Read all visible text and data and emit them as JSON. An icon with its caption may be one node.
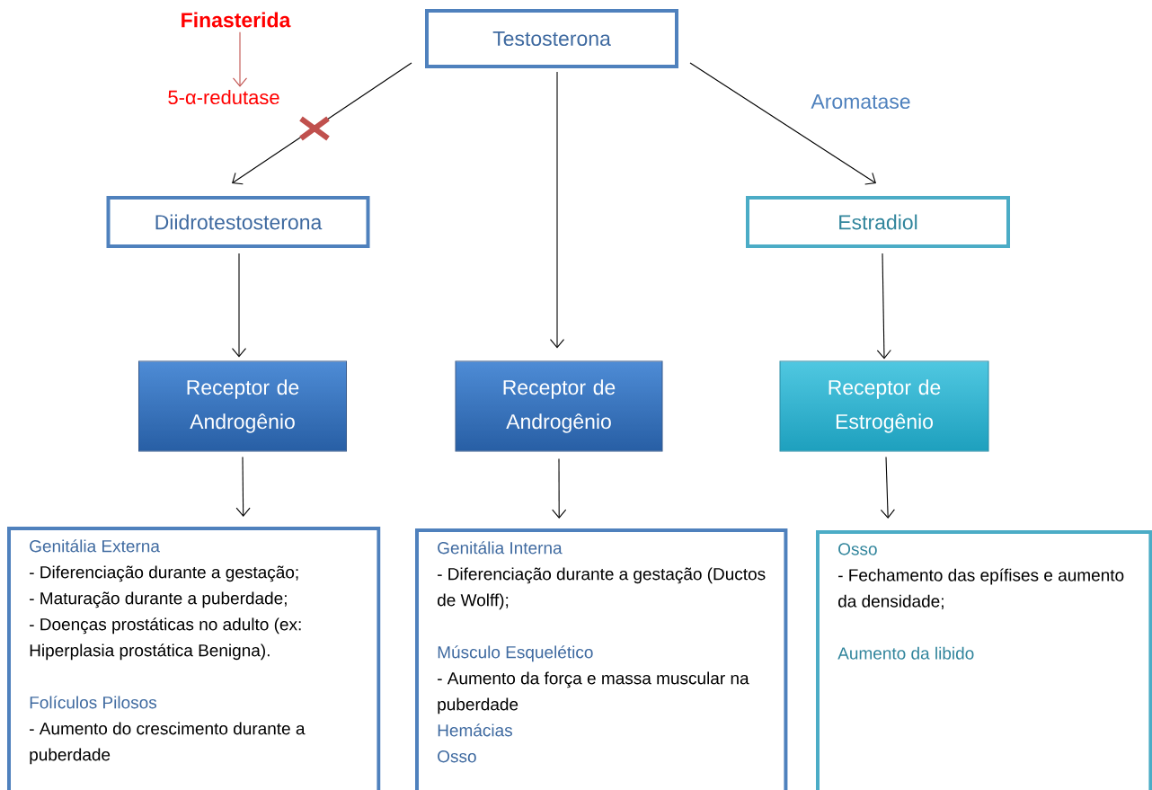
{
  "diagram": {
    "nodes": [
      {
        "text": [
          "Testosterona"
        ]
      },
      {
        "text": [
          "Diidrotestosterona"
        ]
      },
      {
        "text": [
          "Estradiol"
        ]
      },
      {
        "text": [
          "Receptor de Androgênio"
        ]
      },
      {
        "text": [
          "Receptor de Androgênio"
        ]
      },
      {
        "text": [
          "Receptor de Estrogênio"
        ]
      },
      {
        "text": [
          "Genitália Externa",
          "- Diferenciação durante a gestação;",
          "- Maturação durante a puberdade;",
          "- Doenças prostáticas no adulto (ex: Hiperplasia prostática Benigna).",
          "Folículos Pilosos",
          "- Aumento do crescimento durante a puberdade"
        ]
      },
      {
        "text": [
          "Genitália Interna",
          "- Diferenciação durante a gestação (Ductos de Wolff);",
          "Músculo Esquelético",
          "- Aumento da força e massa muscular na puberdade",
          "Hemácias",
          "Osso"
        ]
      },
      {
        "text": [
          "Osso",
          "- Fechamento das epífises e aumento da densidade;",
          "Aumento da libido"
        ]
      },
      {
        "text": [
          "Finasterida"
        ]
      },
      {
        "text": [
          "5-α-redutase"
        ]
      }
    ],
    "edges": [
      {
        "from": 9,
        "to": 10,
        "arrow": "to",
        "color": "#c0504d"
      },
      {
        "from": 0,
        "to": 1,
        "arrow": "to"
      },
      {
        "from": 0,
        "to": 4,
        "arrow": "to"
      },
      {
        "from": 0,
        "to": 2,
        "arrow": "to",
        "label": "Aromatase"
      },
      {
        "from": 1,
        "to": 3,
        "arrow": "to"
      },
      {
        "from": 2,
        "to": 5,
        "arrow": "to"
      },
      {
        "from": 3,
        "to": 6,
        "arrow": "to"
      },
      {
        "from": 4,
        "to": 7,
        "arrow": "to"
      },
      {
        "from": 5,
        "to": 8,
        "arrow": "to"
      }
    ]
  }
}
